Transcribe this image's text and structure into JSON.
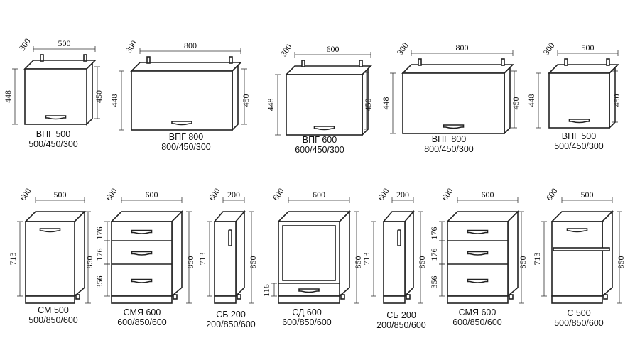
{
  "upper_cabinets": [
    {
      "name": "ВПГ 500",
      "dims": "500/450/300",
      "width": "500",
      "depth": "300",
      "front_height": "448",
      "height": "450"
    },
    {
      "name": "ВПГ 800",
      "dims": "800/450/300",
      "width": "800",
      "depth": "300",
      "front_height": "448",
      "height": "450"
    },
    {
      "name": "ВПГ 600",
      "dims": "600/450/300",
      "width": "600",
      "depth": "300",
      "front_height": "448",
      "height": "450"
    },
    {
      "name": "ВПГ 800",
      "dims": "800/450/300",
      "width": "800",
      "depth": "300",
      "front_height": "448",
      "height": "450"
    },
    {
      "name": "ВПГ 500",
      "dims": "500/450/300",
      "width": "500",
      "depth": "300",
      "front_height": "448",
      "height": "450"
    }
  ],
  "lower_cabinets": [
    {
      "name": "СМ 500",
      "dims": "500/850/600",
      "width": "500",
      "depth": "600",
      "front_height": "713",
      "height": "850",
      "kind": "door"
    },
    {
      "name": "СМЯ 600",
      "dims": "600/850/600",
      "width": "600",
      "depth": "600",
      "height": "850",
      "kind": "drawers",
      "drawer_heights": [
        "176",
        "176",
        "356"
      ]
    },
    {
      "name": "СБ 200",
      "dims": "200/850/600",
      "width": "200",
      "depth": "600",
      "front_height": "713",
      "height": "850",
      "kind": "narrow"
    },
    {
      "name": "СД 600",
      "dims": "600/850/600",
      "width": "600",
      "depth": "600",
      "height": "850",
      "kind": "oven",
      "drawer_height": "116"
    },
    {
      "name": "СБ 200",
      "dims": "200/850/600",
      "width": "200",
      "depth": "600",
      "front_height": "713",
      "height": "850",
      "kind": "narrow"
    },
    {
      "name": "СМЯ 600",
      "dims": "600/850/600",
      "width": "600",
      "depth": "600",
      "height": "850",
      "kind": "drawers",
      "drawer_heights": [
        "176",
        "176",
        "356"
      ]
    },
    {
      "name": "С 500",
      "dims": "500/850/600",
      "width": "500",
      "depth": "600",
      "front_height": "713",
      "height": "850",
      "kind": "shelf"
    }
  ]
}
